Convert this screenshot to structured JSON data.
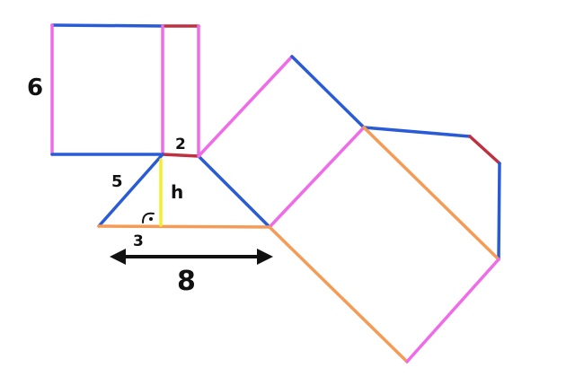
{
  "colors": {
    "blue": "#2a5bd7",
    "pink": "#f06be8",
    "red": "#bf3040",
    "orange": "#f59b55",
    "yellow": "#f4ee2c",
    "black": "#111111"
  },
  "labels": {
    "side_left": "6",
    "top_base": "2",
    "slant_side": "5",
    "height": "h",
    "foot": "3",
    "base_length": "8"
  },
  "icons": {
    "right_angle": "right-angle-marker-icon",
    "double_arrow": "double-arrow-icon"
  }
}
